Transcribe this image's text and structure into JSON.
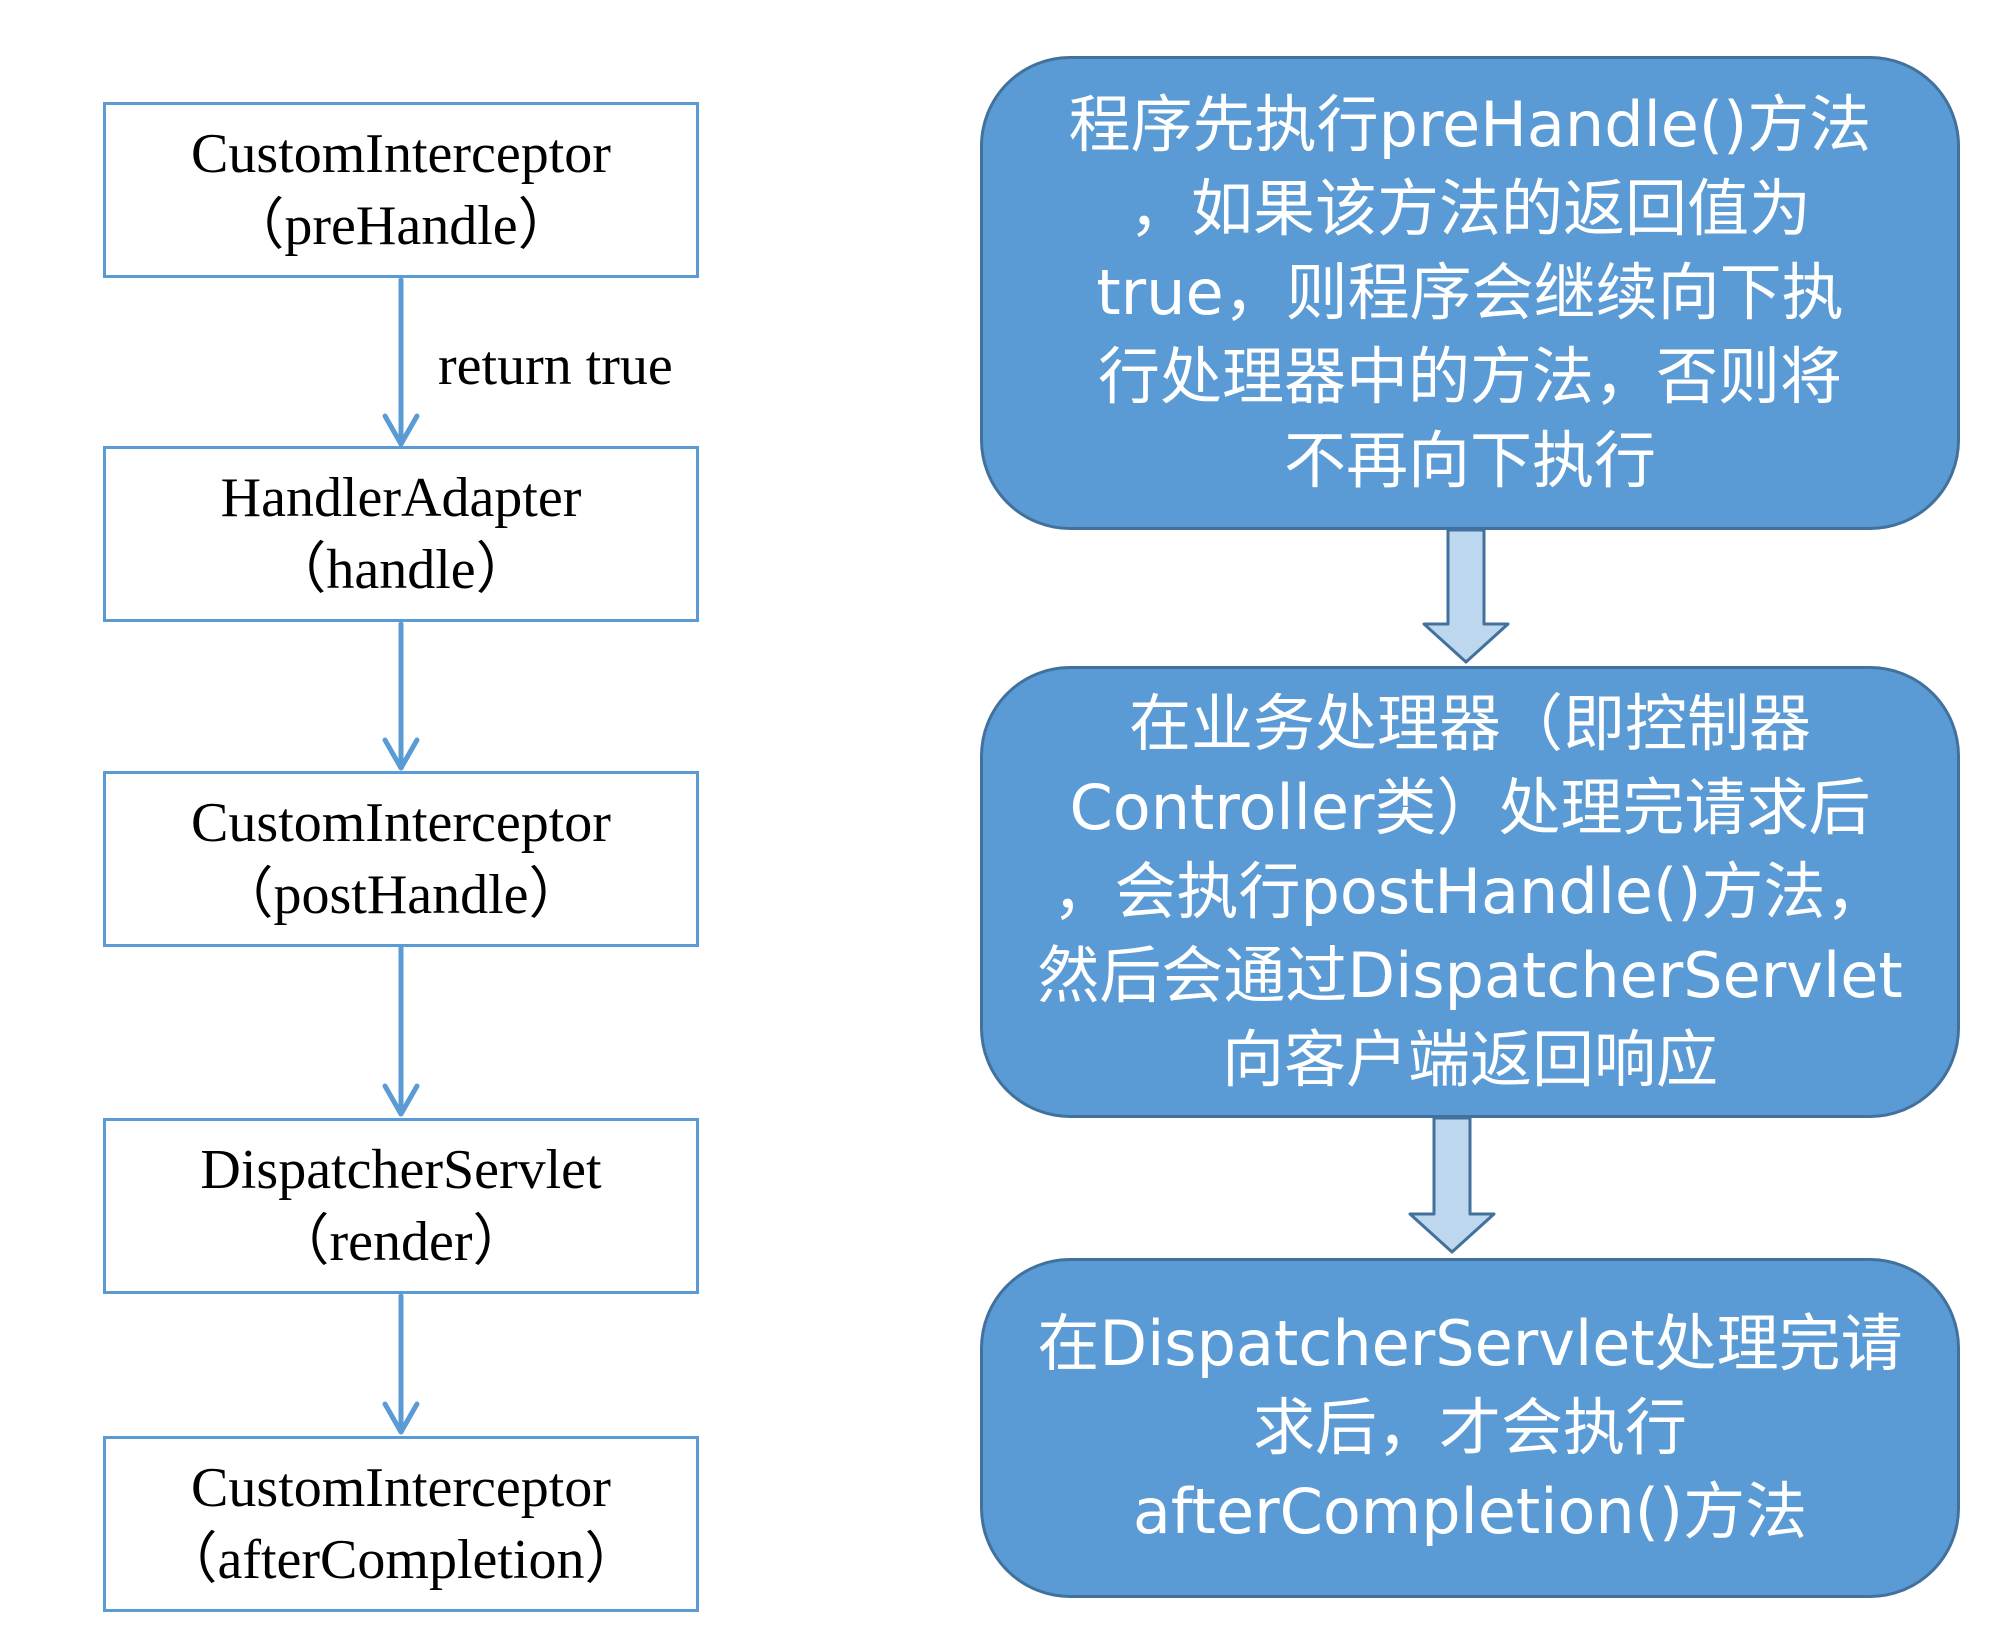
{
  "colors": {
    "step_border": "#5b9bd5",
    "arrow": "#5b9bd5",
    "note_fill": "#5b9bd5",
    "note_border": "#41719c",
    "block_arrow_fill": "#bdd7ee",
    "block_arrow_border": "#41719c"
  },
  "flow": {
    "steps": [
      {
        "line1": "CustomInterceptor",
        "line2": "（preHandle）"
      },
      {
        "line1": "HandlerAdapter",
        "line2": "（handle）"
      },
      {
        "line1": "CustomInterceptor",
        "line2": "（postHandle）"
      },
      {
        "line1": "DispatcherServlet",
        "line2": "（render）"
      },
      {
        "line1": "CustomInterceptor",
        "line2": "（afterCompletion）"
      }
    ],
    "edge_label": "return true"
  },
  "notes": [
    {
      "lines": [
        "程序先执行preHandle()方法",
        "，如果该方法的返回值为",
        "true，则程序会继续向下执",
        "行处理器中的方法，否则将",
        "不再向下执行"
      ]
    },
    {
      "lines": [
        "在业务处理器（即控制器",
        "Controller类）处理完请求后",
        "，会执行postHandle()方法，",
        "然后会通过DispatcherServlet",
        "向客户端返回响应"
      ]
    },
    {
      "lines": [
        "在DispatcherServlet处理完请",
        "求后，才会执行",
        "afterCompletion()方法"
      ]
    }
  ]
}
